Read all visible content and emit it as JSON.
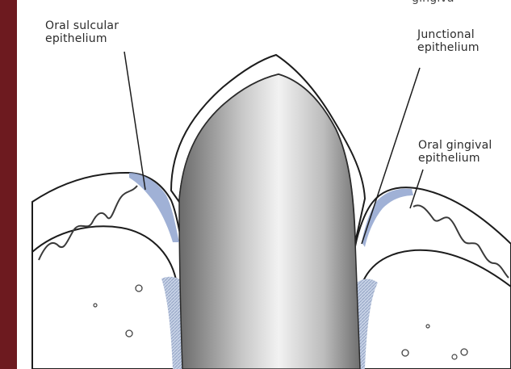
{
  "diagram": {
    "labels": {
      "oral_sulcular": [
        "Oral sulcular",
        "epithelium"
      ],
      "junctional": [
        "Junctional",
        "epithelium"
      ],
      "oral_gingival": [
        "Oral gingival",
        "epithelium"
      ]
    },
    "cropped_top_text": "gingiva"
  }
}
